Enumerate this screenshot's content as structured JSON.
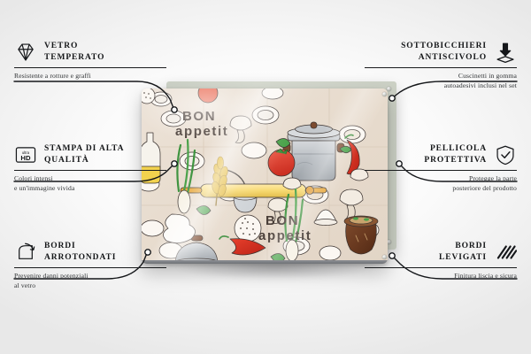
{
  "page": {
    "kind": "product-feature-infographic",
    "language": "it",
    "background_color": "#f4f4f4"
  },
  "product": {
    "type": "glass-cutting-board",
    "print_texts": [
      "BON APPETIT",
      "BON APPETIT"
    ],
    "board_background_color": "#e9ded2",
    "back_panel_color": "#cdd2c7",
    "glass_edge_color": "#7a7d81",
    "pattern_motifs": [
      "cooking-pot",
      "tomato",
      "chili-pepper",
      "mushroom",
      "rolling-pin",
      "green-onion",
      "wheat-ear",
      "ladle",
      "clay-pot",
      "flour-pile",
      "oil-bottle",
      "pan-lid",
      "basil-leaf",
      "plate",
      "sieve",
      "dough"
    ]
  },
  "features": [
    {
      "id": "vetro-temperato",
      "icon": "diamond-icon",
      "title": "VETRO\nTEMPERATO",
      "subtitle": "Resistente a rotture e graffi",
      "side": "left"
    },
    {
      "id": "stampa-alta-qualita",
      "icon": "ultra-hd-icon",
      "icon_label_top": "ultra",
      "icon_label_bottom": "HD",
      "title": "STAMPA DI ALTA\nQUALITÀ",
      "subtitle": "Colori intensi\ne un'immagine vivida",
      "side": "left"
    },
    {
      "id": "bordi-arrotondati",
      "icon": "rounded-corner-icon",
      "title": "BORDI\nARROTONDATI",
      "subtitle": "Prevenire danni potenziali\nal vetro",
      "side": "left"
    },
    {
      "id": "sottobicchieri-antiscivolo",
      "icon": "press-pad-icon",
      "title": "SOTTOBICCHIERI\nANTISCIVOLO",
      "subtitle": "Cuscinetti in gomma\nautoadesivi inclusi nel set",
      "side": "right"
    },
    {
      "id": "pellicola-protettiva",
      "icon": "shield-check-icon",
      "title": "PELLICOLA\nPROTETTIVA",
      "subtitle": "Protegge la parte\nposteriore del prodotto",
      "side": "right"
    },
    {
      "id": "bordi-levigati",
      "icon": "diagonal-lines-icon",
      "title": "BORDI\nLEVIGATI",
      "subtitle": "Finitura liscia e sicura",
      "side": "right"
    }
  ]
}
